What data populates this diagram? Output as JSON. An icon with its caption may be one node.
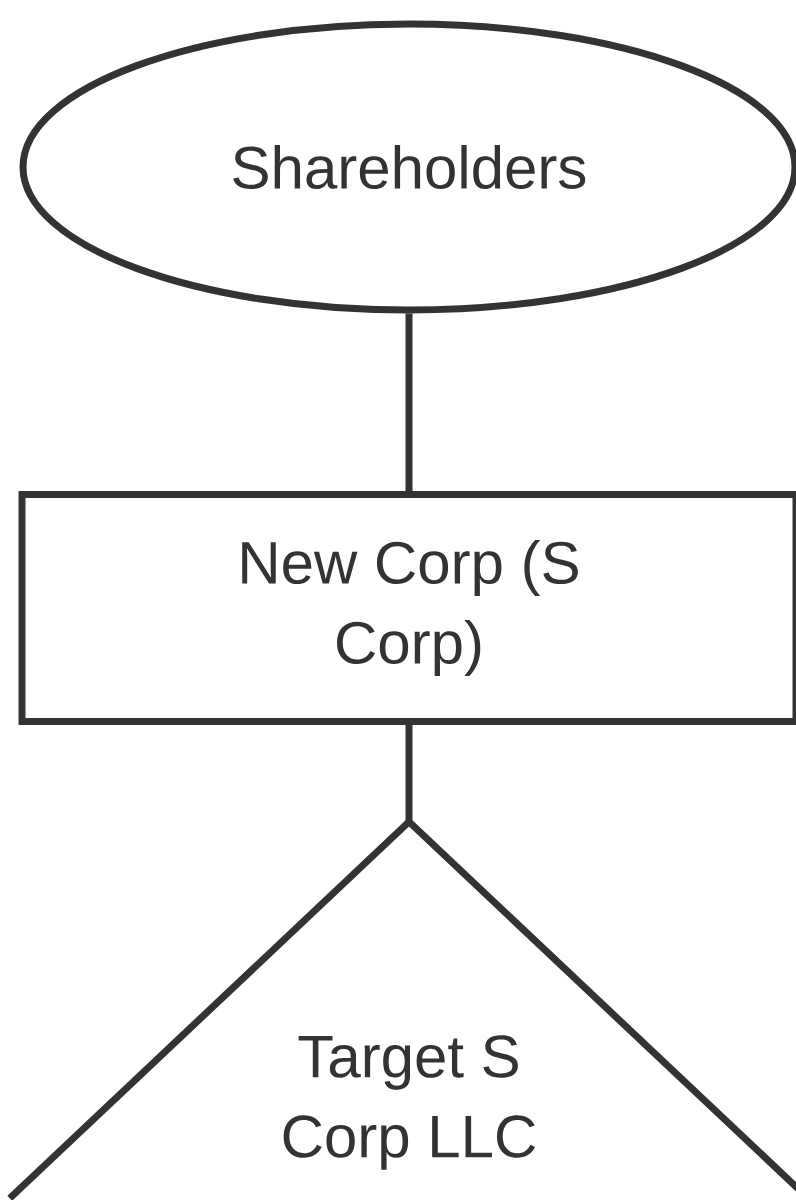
{
  "diagram": {
    "nodes": [
      {
        "text": [
          "Shareholders"
        ]
      },
      {
        "text": [
          "New Corp (S Corp)"
        ]
      },
      {
        "text": [
          "Target S Corp LLC"
        ]
      }
    ],
    "edges": [
      {
        "from": 0,
        "to": 1,
        "arrow": "none"
      },
      {
        "from": 1,
        "to": 2,
        "arrow": "none"
      }
    ]
  }
}
